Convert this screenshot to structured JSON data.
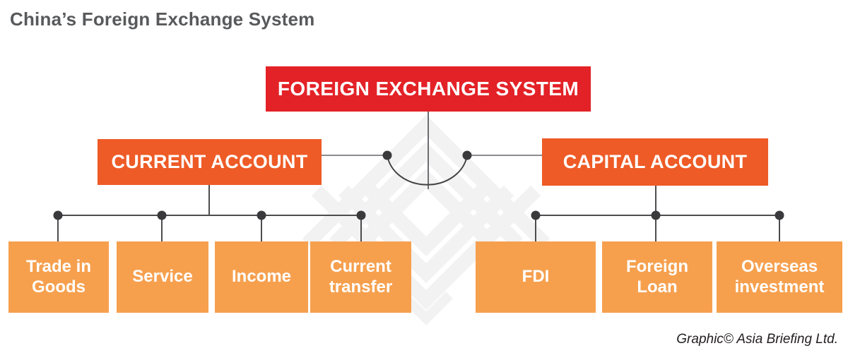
{
  "header": {
    "title": "China’s Foreign Exchange System"
  },
  "footer": {
    "attribution": "Graphic© Asia Briefing Ltd."
  },
  "colors": {
    "root_box": "#e32227",
    "account_box": "#ee5b26",
    "leaf_box": "#f6a04e",
    "title_text": "#58595b",
    "box_text": "#ffffff",
    "connector_line": "#4d4d4f",
    "upper_connector_line": "#8a8c8f",
    "junction_dot": "#3a3a3c",
    "watermark": "#f2f2f2"
  },
  "icons": {
    "watermark": "asia-briefing-knot-logo",
    "junction": "junction-dot"
  },
  "diagram": {
    "root": {
      "label": "FOREIGN EXCHANGE SYSTEM"
    },
    "branches": [
      {
        "label": "CURRENT ACCOUNT",
        "children": [
          {
            "label": "Trade in Goods"
          },
          {
            "label": "Service"
          },
          {
            "label": "Income"
          },
          {
            "label": "Current transfer"
          }
        ]
      },
      {
        "label": "CAPITAL ACCOUNT",
        "children": [
          {
            "label": "FDI"
          },
          {
            "label": "Foreign Loan"
          },
          {
            "label": "Overseas investment"
          }
        ]
      }
    ]
  }
}
